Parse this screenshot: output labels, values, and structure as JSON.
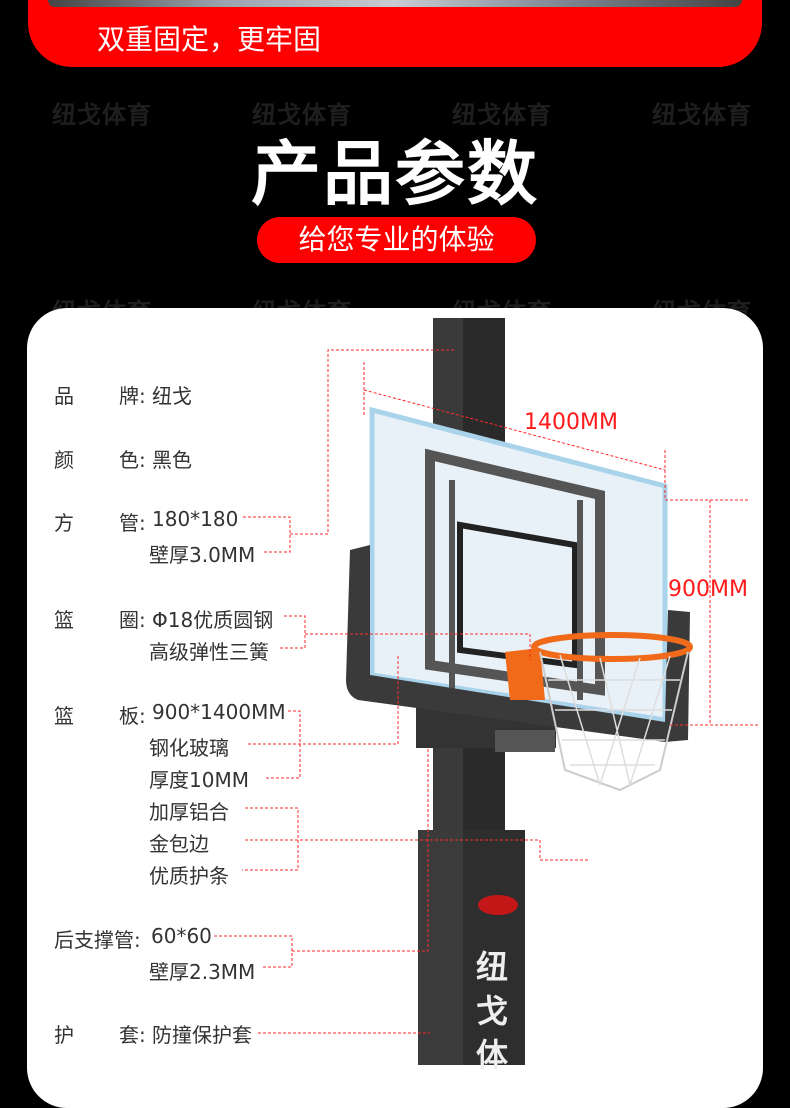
{
  "watermark": "纽戈体育",
  "banner": {
    "text": "双重固定，更牢固"
  },
  "section": {
    "title": "产品参数",
    "subtitle": "给您专业的体验"
  },
  "specs": [
    {
      "label_a": "品",
      "label_b": "牌:",
      "lines": [
        "纽戈"
      ]
    },
    {
      "label_a": "颜",
      "label_b": "色:",
      "lines": [
        "黑色"
      ]
    },
    {
      "label_a": "方",
      "label_b": "管:",
      "lines": [
        "180*180",
        "壁厚3.0MM"
      ]
    },
    {
      "label_a": "篮",
      "label_b": "圈:",
      "lines": [
        "Φ18优质圆钢",
        "高级弹性三簧"
      ]
    },
    {
      "label_a": "篮",
      "label_b": "板:",
      "lines": [
        "900*1400MM",
        "钢化玻璃",
        "厚度10MM",
        "加厚铝合",
        "金包边",
        "优质护条"
      ]
    },
    {
      "label_a": "后支撑管:",
      "label_b": "",
      "lines": [
        "60*60",
        "壁厚2.3MM"
      ]
    },
    {
      "label_a": "护",
      "label_b": "套:",
      "lines": [
        "防撞保护套"
      ]
    }
  ],
  "dimensions": {
    "width": "1400MM",
    "height": "900MM"
  },
  "pole_logo": "纽戈体",
  "colors": {
    "accent": "#ff0000",
    "background": "#000000",
    "card": "#ffffff",
    "text": "#333333"
  }
}
